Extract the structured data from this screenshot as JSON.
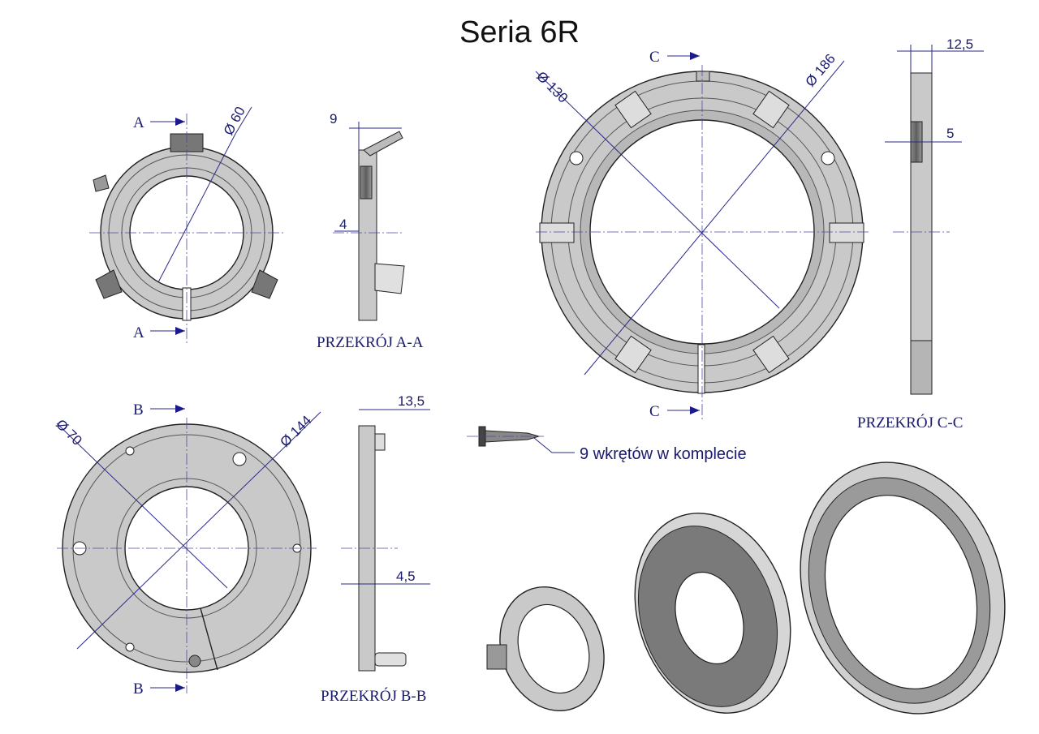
{
  "title": "Seria 6R",
  "dimensions": {
    "d60": "Ø 60",
    "d130": "Ø 130",
    "d186": "Ø 186",
    "d70": "Ø 70",
    "d144": "Ø 144",
    "w9": "9",
    "w4": "4",
    "w12_5": "12,5",
    "w5": "5",
    "w13_5": "13,5",
    "w4_5": "4,5"
  },
  "section_marks": {
    "a_top": "A",
    "a_bottom": "A",
    "b_top": "B",
    "b_bottom": "B",
    "c_top": "C",
    "c_bottom": "C"
  },
  "section_labels": {
    "aa": "PRZEKRÓJ A-A",
    "bb": "PRZEKRÓJ B-B",
    "cc": "PRZEKRÓJ C-C"
  },
  "screw_note": "9 wkrętów w komplecie",
  "colors": {
    "part_fill": "#c8c8c8",
    "part_dark": "#707070",
    "dimension_ink": "#1a1a6e"
  }
}
